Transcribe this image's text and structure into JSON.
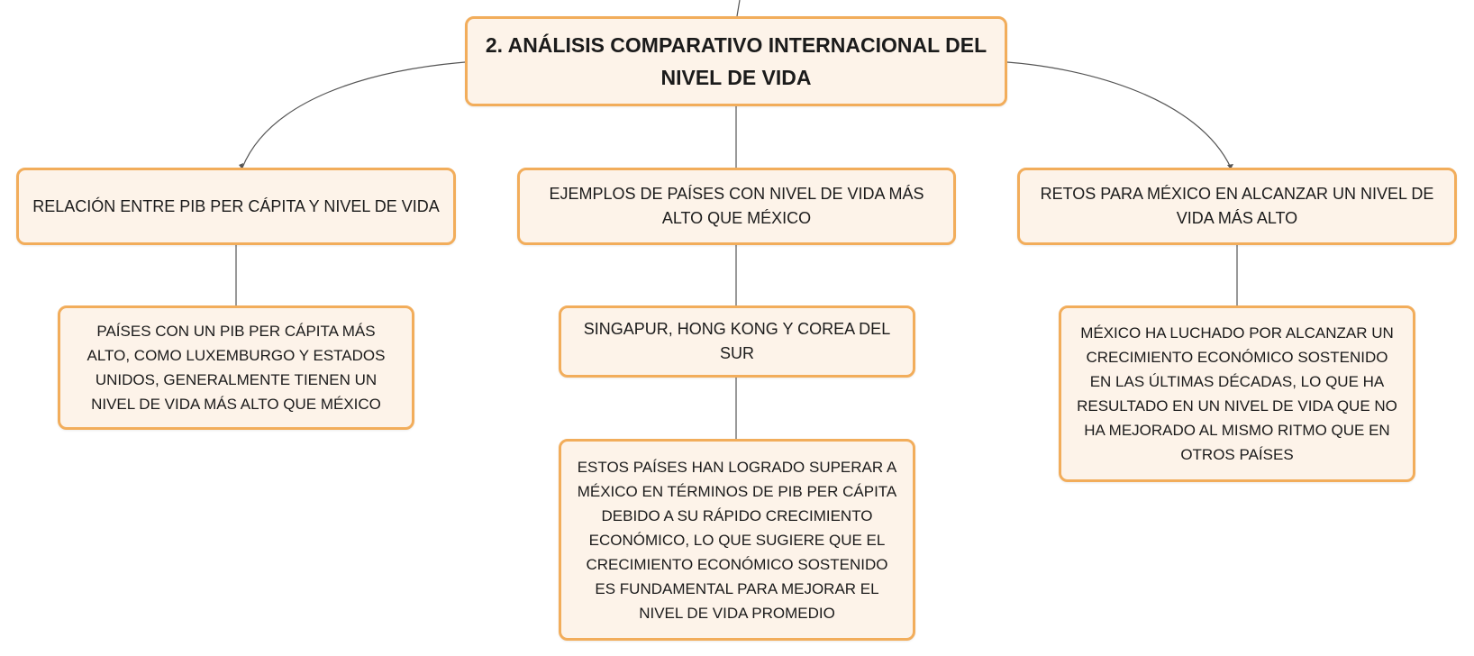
{
  "diagram": {
    "root": {
      "title": "2. ANÁLISIS COMPARATIVO INTERNACIONAL DEL NIVEL DE VIDA"
    },
    "branches": [
      {
        "label": "RELACIÓN ENTRE PIB PER CÁPITA Y NIVEL DE VIDA",
        "children": [
          {
            "label": "PAÍSES CON UN PIB PER CÁPITA MÁS ALTO, COMO LUXEMBURGO Y ESTADOS UNIDOS, GENERALMENTE TIENEN UN NIVEL DE VIDA MÁS ALTO QUE MÉXICO"
          }
        ]
      },
      {
        "label": "EJEMPLOS DE PAÍSES CON NIVEL DE VIDA MÁS ALTO QUE MÉXICO",
        "children": [
          {
            "label": "SINGAPUR, HONG KONG Y COREA DEL SUR",
            "children": [
              {
                "label": "ESTOS PAÍSES HAN LOGRADO SUPERAR A MÉXICO EN TÉRMINOS DE PIB PER CÁPITA DEBIDO A SU RÁPIDO CRECIMIENTO ECONÓMICO, LO QUE SUGIERE QUE EL CRECIMIENTO ECONÓMICO SOSTENIDO ES FUNDAMENTAL PARA MEJORAR EL NIVEL DE VIDA PROMEDIO"
              }
            ]
          }
        ]
      },
      {
        "label": "RETOS PARA MÉXICO EN ALCANZAR UN NIVEL DE VIDA MÁS ALTO",
        "children": [
          {
            "label": "MÉXICO HA LUCHADO POR ALCANZAR UN CRECIMIENTO ECONÓMICO SOSTENIDO EN LAS ÚLTIMAS DÉCADAS, LO QUE HA RESULTADO EN UN NIVEL DE VIDA QUE NO HA MEJORADO AL MISMO RITMO QUE EN OTROS PAÍSES"
          }
        ]
      }
    ]
  },
  "colors": {
    "node_fill": "#fdf3e9",
    "node_border": "#f2ad5b",
    "connector": "#555555",
    "text": "#1b1b1b"
  }
}
